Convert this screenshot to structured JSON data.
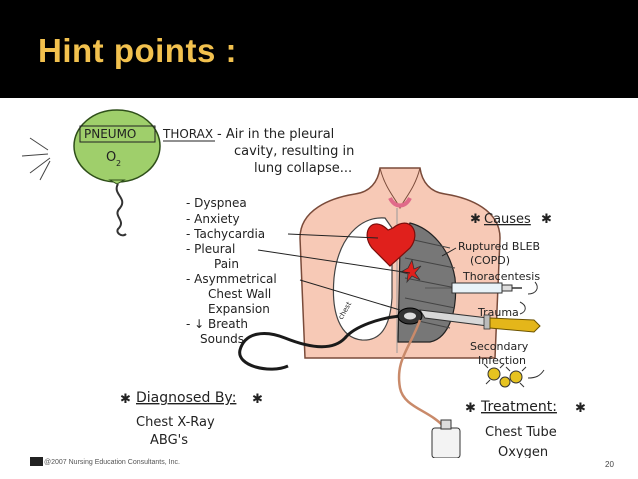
{
  "slide": {
    "title": "Hint points :",
    "page_number": "20",
    "footer": "@2007 Nursing Education Consultants, Inc.",
    "title_color": "#f2c14e"
  },
  "diagram": {
    "balloon_word": "PNEUMO",
    "balloon_gas": "O",
    "balloon_gas_sub": "2",
    "thorax_word": "THORAX",
    "definition_lines": [
      "- Air in the pleural",
      "cavity, resulting in",
      "lung collapse..."
    ],
    "symptoms": [
      "- Dyspnea",
      "- Anxiety",
      "- Tachycardia",
      "- Pleural",
      "Pain",
      "- Asymmetrical",
      "Chest Wall",
      "Expansion",
      "- ↓ Breath",
      "Sounds"
    ],
    "causes_heading": "Causes",
    "causes": [
      "Ruptured BLEB",
      "(COPD)",
      "Thoracentesis",
      "Trauma",
      "Secondary",
      "Infection"
    ],
    "diagnosed_heading": "Diagnosed By:",
    "diagnosed": [
      "Chest X-Ray",
      "ABG's"
    ],
    "treatment_heading": "Treatment:",
    "treatment": [
      "Chest Tube",
      "Oxygen"
    ],
    "knife_label": "chest",
    "colors": {
      "balloon": "#9fcf6b",
      "heart": "#e0201c",
      "skin": "#f7c9b6",
      "lung": "#ffffff",
      "collapsed": "#777777",
      "knife_handle": "#e4b61a",
      "tube": "#c98a6a"
    }
  }
}
